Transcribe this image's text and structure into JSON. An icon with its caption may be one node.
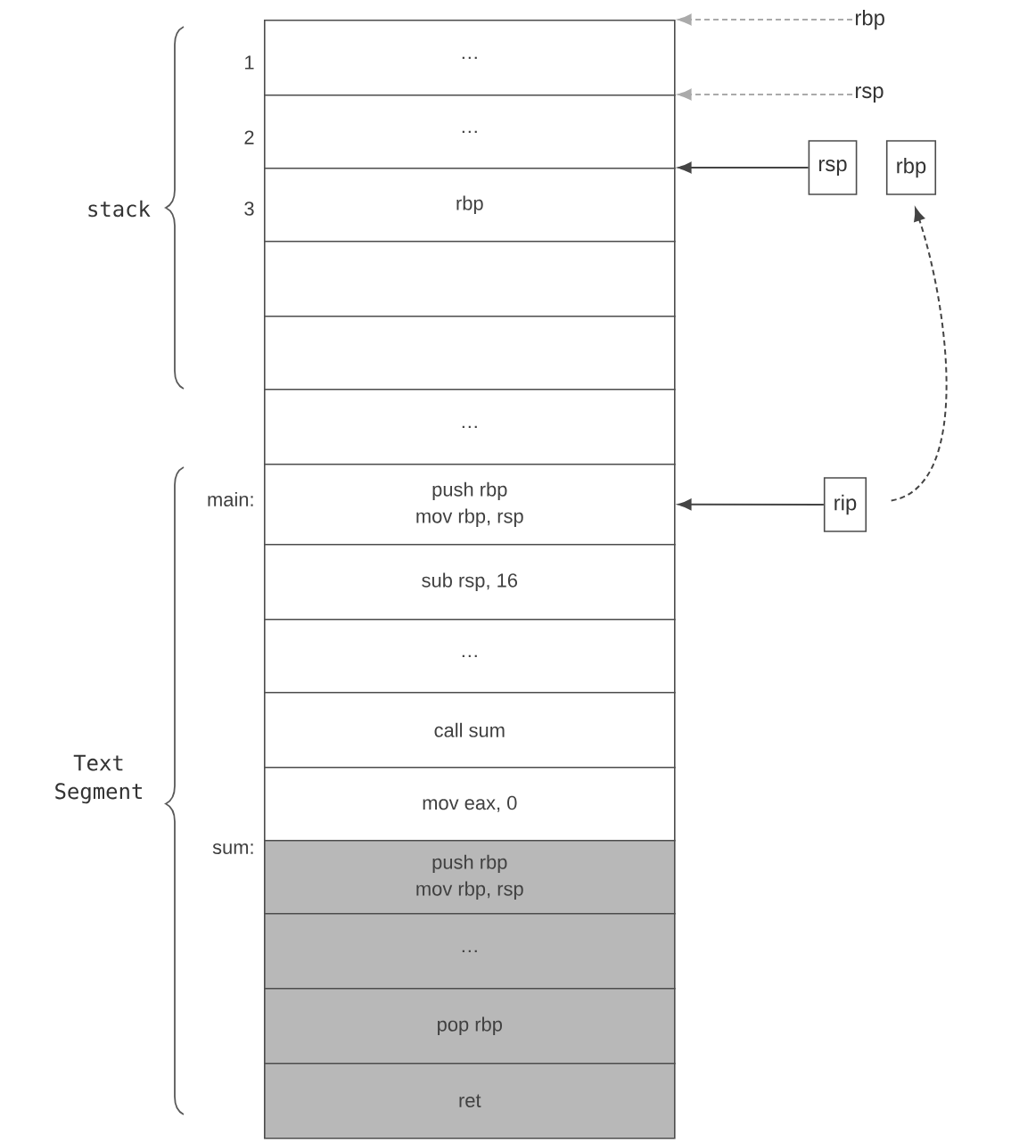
{
  "diagram": {
    "nodes": [
      {
        "text": [
          "…"
        ],
        "beside": [
          "1"
        ]
      },
      {
        "text": [
          "…"
        ],
        "beside": [
          "2"
        ]
      },
      {
        "text": [
          "rbp"
        ],
        "beside": [
          "3"
        ]
      },
      {
        "text": [],
        "shape": "box"
      },
      {
        "text": [],
        "shape": "box"
      },
      {
        "text": [
          "…"
        ]
      },
      {
        "text": [
          "push rbp",
          "mov rbp, rsp"
        ],
        "beside": [
          "main:"
        ]
      },
      {
        "text": [
          "sub rsp, 16"
        ]
      },
      {
        "text": [
          "…"
        ]
      },
      {
        "text": [
          "call sum"
        ]
      },
      {
        "text": [
          "mov eax, 0"
        ]
      },
      {
        "text": [
          "push rbp",
          "mov rbp, rsp"
        ],
        "beside": [
          "sum:"
        ]
      },
      {
        "text": [
          "…"
        ]
      },
      {
        "text": [
          "pop rbp"
        ]
      },
      {
        "text": [
          "ret"
        ]
      },
      {
        "text": [
          "rbp"
        ]
      },
      {
        "text": [
          "rsp"
        ]
      },
      {
        "text": [
          "rsp"
        ]
      },
      {
        "text": [
          "rbp"
        ]
      },
      {
        "text": [
          "rip"
        ]
      }
    ],
    "edges": [
      {
        "from": 15,
        "to": 0,
        "arrow": "to",
        "style": "dashed",
        "color": "#aaaaaa"
      },
      {
        "from": 16,
        "to": 1,
        "arrow": "to",
        "style": "dashed",
        "color": "#aaaaaa"
      },
      {
        "from": 17,
        "to": 2,
        "arrow": "to"
      },
      {
        "from": 19,
        "to": 6,
        "arrow": "to"
      },
      {
        "from": 19,
        "to": 18,
        "arrow": "to",
        "style": "dashed"
      }
    ],
    "labels": [
      "stack",
      "Text Segment"
    ]
  }
}
